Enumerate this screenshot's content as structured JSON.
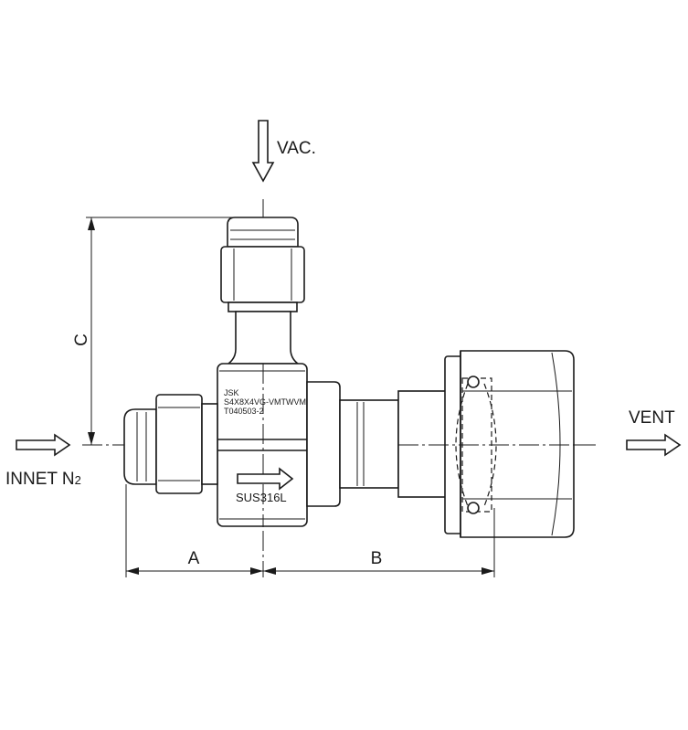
{
  "labels": {
    "vac": "VAC.",
    "vent": "VENT",
    "inlet": "INNET N",
    "inlet_sub": "2",
    "dim_a": "A",
    "dim_b": "B",
    "dim_c": "C"
  },
  "body_marking": {
    "line1": "JSK",
    "line2": "S4X8X4VG-VMTWVM",
    "line3": "T040503-2",
    "material": "SUS316L"
  },
  "colors": {
    "ink": "#1a1a1a",
    "background": "#ffffff"
  }
}
